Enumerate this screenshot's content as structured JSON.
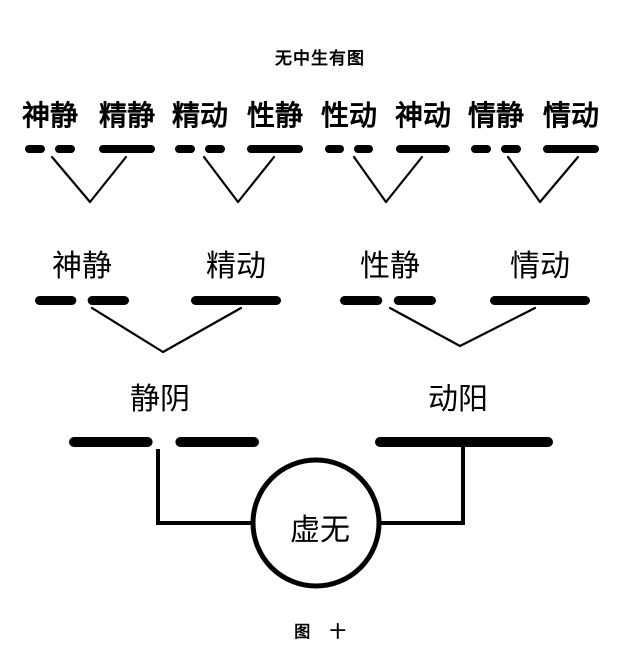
{
  "title": "无中生有图",
  "caption": "图 十",
  "center": {
    "label": "虚无"
  },
  "line_legend": {
    "yin": "broken",
    "yang": "solid"
  },
  "row1": [
    {
      "label": "神静",
      "line": "broken"
    },
    {
      "label": "精静",
      "line": "solid"
    },
    {
      "label": "精动",
      "line": "broken"
    },
    {
      "label": "性静",
      "line": "solid"
    },
    {
      "label": "性动",
      "line": "broken"
    },
    {
      "label": "神动",
      "line": "solid"
    },
    {
      "label": "情静",
      "line": "broken"
    },
    {
      "label": "情动",
      "line": "solid"
    }
  ],
  "row2": [
    {
      "label": "神静",
      "line": "broken"
    },
    {
      "label": "精动",
      "line": "solid"
    },
    {
      "label": "性静",
      "line": "broken"
    },
    {
      "label": "情动",
      "line": "solid"
    }
  ],
  "row3": [
    {
      "label": "静阴",
      "line": "broken"
    },
    {
      "label": "动阳",
      "line": "solid"
    }
  ],
  "colors": {
    "ink": "#000000",
    "paper": "#ffffff"
  }
}
